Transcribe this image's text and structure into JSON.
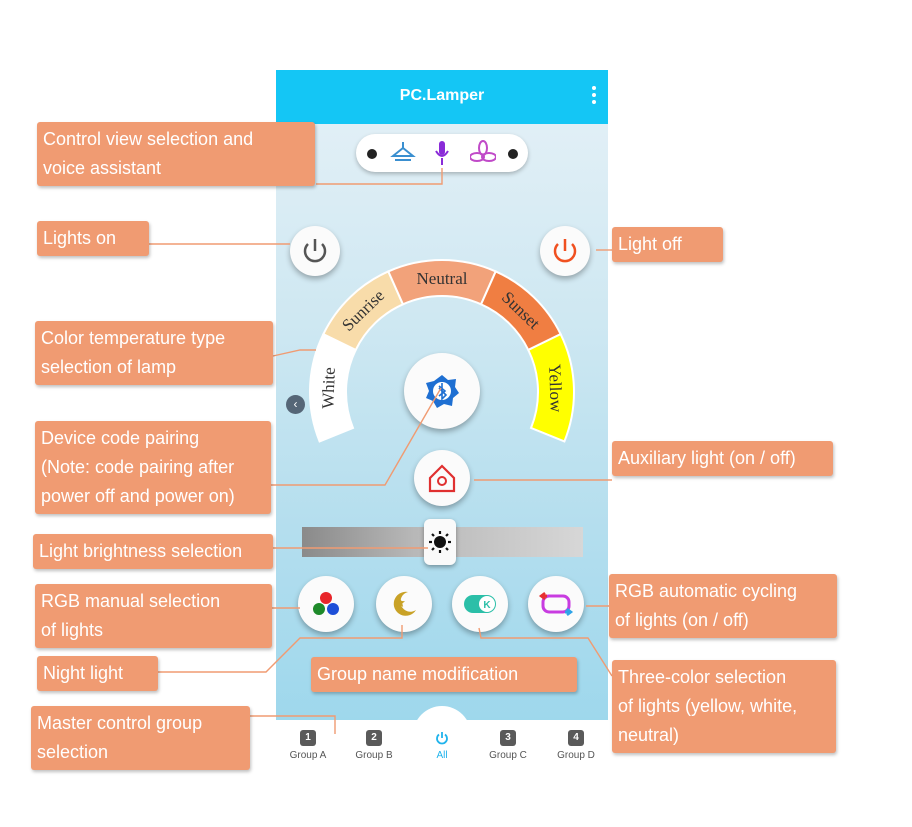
{
  "app": {
    "title": "PC.Lamper",
    "view_options": [
      "ceiling-fan-light-icon",
      "microphone-icon",
      "flower-light-icon"
    ]
  },
  "color_temp": {
    "segments": [
      "White",
      "Sunrise",
      "Neutral",
      "Sunset",
      "Yellow"
    ],
    "colors": [
      "#ffffff",
      "#f8dcaa",
      "#f2a27a",
      "#f07e42",
      "#ffff00"
    ]
  },
  "brightness": {
    "level": 0.49
  },
  "tabs": [
    {
      "label": "Group A",
      "icon_text": "1"
    },
    {
      "label": "Group B",
      "icon_text": "2"
    },
    {
      "label": "All",
      "icon_text": ""
    },
    {
      "label": "Group C",
      "icon_text": "3"
    },
    {
      "label": "Group D",
      "icon_text": "4"
    }
  ],
  "callouts": {
    "control_view": [
      "Control view selection and",
      "voice assistant"
    ],
    "lights_on": "Lights on",
    "light_off": "Light off",
    "color_temp": [
      "Color temperature type",
      "selection of lamp"
    ],
    "device_pairing": [
      "Device code pairing",
      "(Note: code pairing after",
      "power off and power on)"
    ],
    "auxiliary": "Auxiliary light (on / off)",
    "brightness": "Light brightness selection",
    "rgb_manual": [
      "RGB manual selection",
      "of lights"
    ],
    "rgb_auto": [
      "RGB automatic cycling",
      "of lights (on / off)"
    ],
    "night_light": "Night light",
    "group_name": "Group name modification",
    "three_color": [
      "Three-color selection",
      "of lights (yellow, white,",
      "neutral)"
    ],
    "master_group": [
      "Master control group",
      "selection"
    ]
  },
  "accent": "#14c6f5",
  "callout_color": "#f09b72"
}
